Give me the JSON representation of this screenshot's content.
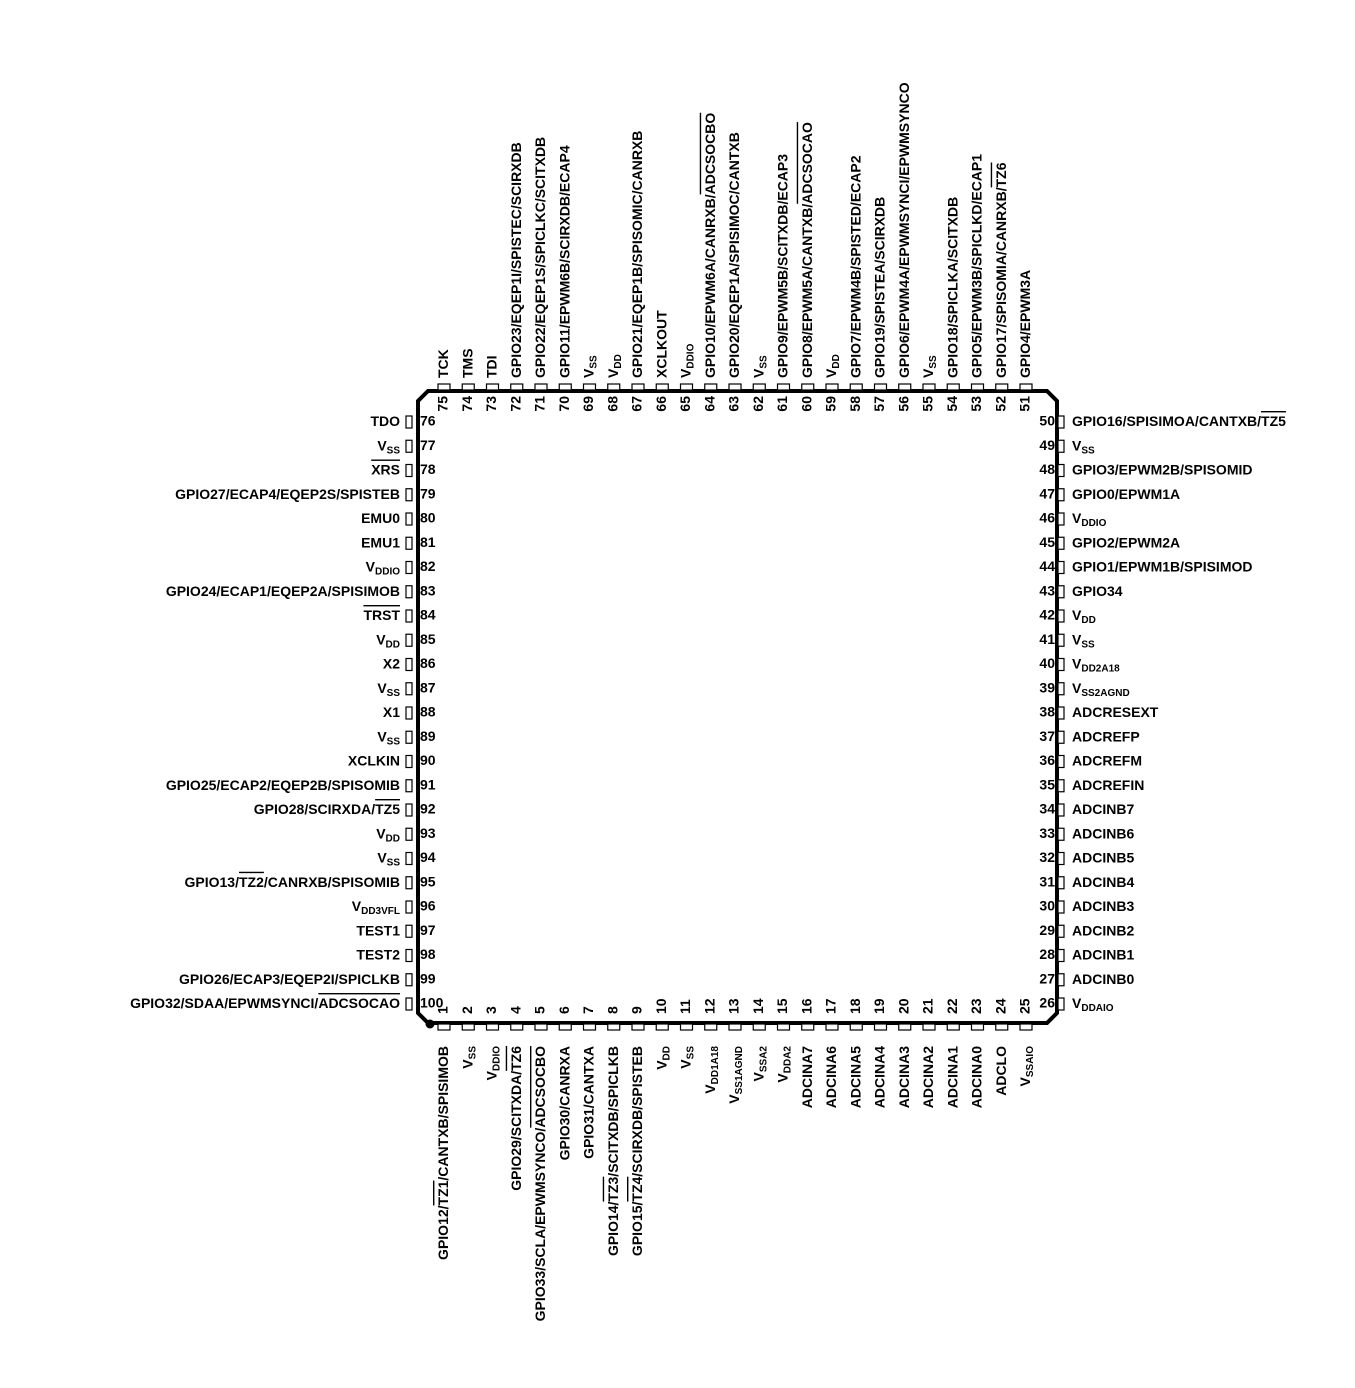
{
  "pins": {
    "left": [
      {
        "num": 76,
        "parts": [
          {
            "t": "TDO"
          }
        ]
      },
      {
        "num": 77,
        "parts": [
          {
            "t": "V"
          },
          {
            "t": "SS",
            "sub": true
          }
        ]
      },
      {
        "num": 78,
        "parts": [
          {
            "t": "XRS",
            "ov": true
          }
        ]
      },
      {
        "num": 79,
        "parts": [
          {
            "t": "GPIO27/ECAP4/EQEP2S/SPISTEB"
          }
        ]
      },
      {
        "num": 80,
        "parts": [
          {
            "t": "EMU0"
          }
        ]
      },
      {
        "num": 81,
        "parts": [
          {
            "t": "EMU1"
          }
        ]
      },
      {
        "num": 82,
        "parts": [
          {
            "t": "V"
          },
          {
            "t": "DDIO",
            "sub": true
          }
        ]
      },
      {
        "num": 83,
        "parts": [
          {
            "t": "GPIO24/ECAP1/EQEP2A/SPISIMOB"
          }
        ]
      },
      {
        "num": 84,
        "parts": [
          {
            "t": "TRST",
            "ov": true
          }
        ]
      },
      {
        "num": 85,
        "parts": [
          {
            "t": "V"
          },
          {
            "t": "DD",
            "sub": true
          }
        ]
      },
      {
        "num": 86,
        "parts": [
          {
            "t": "X2"
          }
        ]
      },
      {
        "num": 87,
        "parts": [
          {
            "t": "V"
          },
          {
            "t": "SS",
            "sub": true
          }
        ]
      },
      {
        "num": 88,
        "parts": [
          {
            "t": "X1"
          }
        ]
      },
      {
        "num": 89,
        "parts": [
          {
            "t": "V"
          },
          {
            "t": "SS",
            "sub": true
          }
        ]
      },
      {
        "num": 90,
        "parts": [
          {
            "t": "XCLKIN"
          }
        ]
      },
      {
        "num": 91,
        "parts": [
          {
            "t": "GPIO25/ECAP2/EQEP2B/SPISOMIB"
          }
        ]
      },
      {
        "num": 92,
        "parts": [
          {
            "t": "GPIO28/SCIRXDA/"
          },
          {
            "t": "TZ5",
            "ov": true
          }
        ]
      },
      {
        "num": 93,
        "parts": [
          {
            "t": "V"
          },
          {
            "t": "DD",
            "sub": true
          }
        ]
      },
      {
        "num": 94,
        "parts": [
          {
            "t": "V"
          },
          {
            "t": "SS",
            "sub": true
          }
        ]
      },
      {
        "num": 95,
        "parts": [
          {
            "t": "GPIO13/"
          },
          {
            "t": "TZ2",
            "ov": true
          },
          {
            "t": "/CANRXB/SPISOMIB"
          }
        ]
      },
      {
        "num": 96,
        "parts": [
          {
            "t": "V"
          },
          {
            "t": "DD3VFL",
            "sub": true
          }
        ]
      },
      {
        "num": 97,
        "parts": [
          {
            "t": "TEST1"
          }
        ]
      },
      {
        "num": 98,
        "parts": [
          {
            "t": "TEST2"
          }
        ]
      },
      {
        "num": 99,
        "parts": [
          {
            "t": "GPIO26/ECAP3/EQEP2I/SPICLKB"
          }
        ]
      },
      {
        "num": 100,
        "parts": [
          {
            "t": "GPIO32/SDAA/EPWMSYNCI/"
          },
          {
            "t": "ADCSOCAO",
            "ov": true
          }
        ]
      }
    ],
    "right": [
      {
        "num": 50,
        "parts": [
          {
            "t": "GPIO16/SPISIMOA/CANTXB/"
          },
          {
            "t": "TZ5",
            "ov": true
          }
        ]
      },
      {
        "num": 49,
        "parts": [
          {
            "t": "V"
          },
          {
            "t": "SS",
            "sub": true
          }
        ]
      },
      {
        "num": 48,
        "parts": [
          {
            "t": "GPIO3/EPWM2B/SPISOMID"
          }
        ]
      },
      {
        "num": 47,
        "parts": [
          {
            "t": "GPIO0/EPWM1A"
          }
        ]
      },
      {
        "num": 46,
        "parts": [
          {
            "t": "V"
          },
          {
            "t": "DDIO",
            "sub": true
          }
        ]
      },
      {
        "num": 45,
        "parts": [
          {
            "t": "GPIO2/EPWM2A"
          }
        ]
      },
      {
        "num": 44,
        "parts": [
          {
            "t": "GPIO1/EPWM1B/SPISIMOD"
          }
        ]
      },
      {
        "num": 43,
        "parts": [
          {
            "t": "GPIO34"
          }
        ]
      },
      {
        "num": 42,
        "parts": [
          {
            "t": "V"
          },
          {
            "t": "DD",
            "sub": true
          }
        ]
      },
      {
        "num": 41,
        "parts": [
          {
            "t": "V"
          },
          {
            "t": "SS",
            "sub": true
          }
        ]
      },
      {
        "num": 40,
        "parts": [
          {
            "t": "V"
          },
          {
            "t": "DD2A18",
            "sub": true
          }
        ]
      },
      {
        "num": 39,
        "parts": [
          {
            "t": "V"
          },
          {
            "t": "SS2AGND",
            "sub": true
          }
        ]
      },
      {
        "num": 38,
        "parts": [
          {
            "t": "ADCRESEXT"
          }
        ]
      },
      {
        "num": 37,
        "parts": [
          {
            "t": "ADCREFP"
          }
        ]
      },
      {
        "num": 36,
        "parts": [
          {
            "t": "ADCREFM"
          }
        ]
      },
      {
        "num": 35,
        "parts": [
          {
            "t": "ADCREFIN"
          }
        ]
      },
      {
        "num": 34,
        "parts": [
          {
            "t": "ADCINB7"
          }
        ]
      },
      {
        "num": 33,
        "parts": [
          {
            "t": "ADCINB6"
          }
        ]
      },
      {
        "num": 32,
        "parts": [
          {
            "t": "ADCINB5"
          }
        ]
      },
      {
        "num": 31,
        "parts": [
          {
            "t": "ADCINB4"
          }
        ]
      },
      {
        "num": 30,
        "parts": [
          {
            "t": "ADCINB3"
          }
        ]
      },
      {
        "num": 29,
        "parts": [
          {
            "t": "ADCINB2"
          }
        ]
      },
      {
        "num": 28,
        "parts": [
          {
            "t": "ADCINB1"
          }
        ]
      },
      {
        "num": 27,
        "parts": [
          {
            "t": "ADCINB0"
          }
        ]
      },
      {
        "num": 26,
        "parts": [
          {
            "t": "V"
          },
          {
            "t": "DDAIO",
            "sub": true
          }
        ]
      }
    ],
    "top": [
      {
        "num": 75,
        "parts": [
          {
            "t": "TCK"
          }
        ]
      },
      {
        "num": 74,
        "parts": [
          {
            "t": "TMS"
          }
        ]
      },
      {
        "num": 73,
        "parts": [
          {
            "t": "TDI"
          }
        ]
      },
      {
        "num": 72,
        "parts": [
          {
            "t": "GPIO23/EQEP1I/SPISTEC/SCIRXDB"
          }
        ]
      },
      {
        "num": 71,
        "parts": [
          {
            "t": "GPIO22/EQEP1S/SPICLKC/SCITXDB"
          }
        ]
      },
      {
        "num": 70,
        "parts": [
          {
            "t": "GPIO11/EPWM6B/SCIRXDB/ECAP4"
          }
        ]
      },
      {
        "num": 69,
        "parts": [
          {
            "t": "V"
          },
          {
            "t": "SS",
            "sub": true
          }
        ]
      },
      {
        "num": 68,
        "parts": [
          {
            "t": "V"
          },
          {
            "t": "DD",
            "sub": true
          }
        ]
      },
      {
        "num": 67,
        "parts": [
          {
            "t": "GPIO21/EQEP1B/SPISOMIC/CANRXB"
          }
        ]
      },
      {
        "num": 66,
        "parts": [
          {
            "t": "XCLKOUT"
          }
        ]
      },
      {
        "num": 65,
        "parts": [
          {
            "t": "V"
          },
          {
            "t": "DDIO",
            "sub": true
          }
        ]
      },
      {
        "num": 64,
        "parts": [
          {
            "t": "GPIO10/EPWM6A/CANRXB/"
          },
          {
            "t": "ADCSOCBO",
            "ov": true
          }
        ]
      },
      {
        "num": 63,
        "parts": [
          {
            "t": "GPIO20/EQEP1A/SPISIMOC/CANTXB"
          }
        ]
      },
      {
        "num": 62,
        "parts": [
          {
            "t": "V"
          },
          {
            "t": "SS",
            "sub": true
          }
        ]
      },
      {
        "num": 61,
        "parts": [
          {
            "t": "GPIO9/EPWM5B/SCITXDB/ECAP3"
          }
        ]
      },
      {
        "num": 60,
        "parts": [
          {
            "t": "GPIO8/EPWM5A/CANTXB/"
          },
          {
            "t": "ADCSOCAO",
            "ov": true
          }
        ]
      },
      {
        "num": 59,
        "parts": [
          {
            "t": "V"
          },
          {
            "t": "DD",
            "sub": true
          }
        ]
      },
      {
        "num": 58,
        "parts": [
          {
            "t": "GPIO7/EPWM4B/SPISTED/ECAP2"
          }
        ]
      },
      {
        "num": 57,
        "parts": [
          {
            "t": "GPIO19/SPISTEA/SCIRXDB"
          }
        ]
      },
      {
        "num": 56,
        "parts": [
          {
            "t": "GPIO6/EPWM4A/EPWMSYNCI/EPWMSYNCO"
          }
        ]
      },
      {
        "num": 55,
        "parts": [
          {
            "t": "V"
          },
          {
            "t": "SS",
            "sub": true
          }
        ]
      },
      {
        "num": 54,
        "parts": [
          {
            "t": "GPIO18/SPICLKA/SCITXDB"
          }
        ]
      },
      {
        "num": 53,
        "parts": [
          {
            "t": "GPIO5/EPWM3B/SPICLKD/ECAP1"
          }
        ]
      },
      {
        "num": 52,
        "parts": [
          {
            "t": "GPIO17/SPISOMIA/CANRXB/"
          },
          {
            "t": "TZ6",
            "ov": true
          }
        ]
      },
      {
        "num": 51,
        "parts": [
          {
            "t": "GPIO4/EPWM3A"
          }
        ]
      }
    ],
    "bottom": [
      {
        "num": 1,
        "parts": [
          {
            "t": "GPIO12/"
          },
          {
            "t": "TZ1",
            "ov": true
          },
          {
            "t": "/CANTXB/SPISIMOB"
          }
        ]
      },
      {
        "num": 2,
        "parts": [
          {
            "t": "V"
          },
          {
            "t": "SS",
            "sub": true
          }
        ]
      },
      {
        "num": 3,
        "parts": [
          {
            "t": "V"
          },
          {
            "t": "DDIO",
            "sub": true
          }
        ]
      },
      {
        "num": 4,
        "parts": [
          {
            "t": "GPIO29/SCITXDA/"
          },
          {
            "t": "TZ6",
            "ov": true
          }
        ]
      },
      {
        "num": 5,
        "parts": [
          {
            "t": "GPIO33/SCLA/EPWMSYNCO/"
          },
          {
            "t": "ADCSOCBO",
            "ov": true
          }
        ]
      },
      {
        "num": 6,
        "parts": [
          {
            "t": "GPIO30/CANRXA"
          }
        ]
      },
      {
        "num": 7,
        "parts": [
          {
            "t": "GPIO31/CANTXA"
          }
        ]
      },
      {
        "num": 8,
        "parts": [
          {
            "t": "GPIO14/"
          },
          {
            "t": "TZ3",
            "ov": true
          },
          {
            "t": "/SCITXDB/SPICLKB"
          }
        ]
      },
      {
        "num": 9,
        "parts": [
          {
            "t": "GPIO15/"
          },
          {
            "t": "TZ4",
            "ov": true
          },
          {
            "t": "/SCIRXDB/SPISTEB"
          }
        ]
      },
      {
        "num": 10,
        "parts": [
          {
            "t": "V"
          },
          {
            "t": "DD",
            "sub": true
          }
        ]
      },
      {
        "num": 11,
        "parts": [
          {
            "t": "V"
          },
          {
            "t": "SS",
            "sub": true
          }
        ]
      },
      {
        "num": 12,
        "parts": [
          {
            "t": "V"
          },
          {
            "t": "DD1A18",
            "sub": true
          }
        ]
      },
      {
        "num": 13,
        "parts": [
          {
            "t": "V"
          },
          {
            "t": "SS1AGND",
            "sub": true
          }
        ]
      },
      {
        "num": 14,
        "parts": [
          {
            "t": "V"
          },
          {
            "t": "SSA2",
            "sub": true
          }
        ]
      },
      {
        "num": 15,
        "parts": [
          {
            "t": "V"
          },
          {
            "t": "DDA2",
            "sub": true
          }
        ]
      },
      {
        "num": 16,
        "parts": [
          {
            "t": "ADCINA7"
          }
        ]
      },
      {
        "num": 17,
        "parts": [
          {
            "t": "ADCINA6"
          }
        ]
      },
      {
        "num": 18,
        "parts": [
          {
            "t": "ADCINA5"
          }
        ]
      },
      {
        "num": 19,
        "parts": [
          {
            "t": "ADCINA4"
          }
        ]
      },
      {
        "num": 20,
        "parts": [
          {
            "t": "ADCINA3"
          }
        ]
      },
      {
        "num": 21,
        "parts": [
          {
            "t": "ADCINA2"
          }
        ]
      },
      {
        "num": 22,
        "parts": [
          {
            "t": "ADCINA1"
          }
        ]
      },
      {
        "num": 23,
        "parts": [
          {
            "t": "ADCINA0"
          }
        ]
      },
      {
        "num": 24,
        "parts": [
          {
            "t": "ADCLO"
          }
        ]
      },
      {
        "num": 25,
        "parts": [
          {
            "t": "V"
          },
          {
            "t": "SSAIO",
            "sub": true
          }
        ]
      }
    ]
  }
}
